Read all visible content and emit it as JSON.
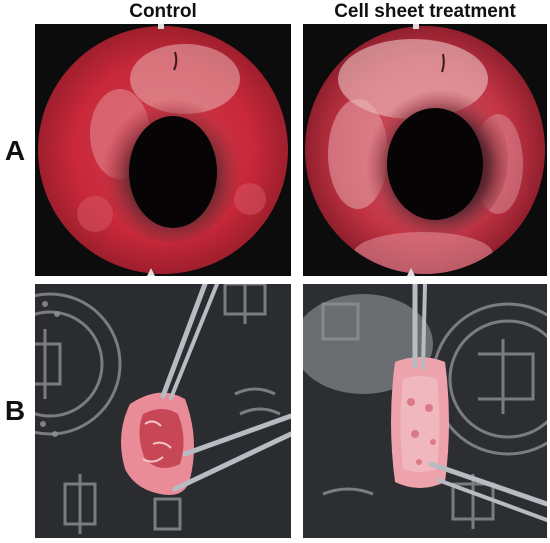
{
  "columns": {
    "left": "Control",
    "right": "Cell sheet treatment"
  },
  "rows": {
    "top": "A",
    "bottom": "B"
  },
  "panels": {
    "a_left": "endoscopic-view-control",
    "a_right": "endoscopic-view-cell-sheet",
    "b_left": "specimen-photo-control",
    "b_right": "specimen-photo-cell-sheet"
  },
  "colors": {
    "endoscope_frame": "#0c0c0c",
    "mucosa_red": "#c8283a",
    "mucosa_pink": "#e06a7a",
    "lumen_dark": "#1a0e10",
    "tissue_pink": "#e98c98",
    "tissue_red": "#b92a3a",
    "mat_dark": "#2a2c2f",
    "mat_print": "#8e9194",
    "forceps_steel": "#b7bcc2"
  }
}
